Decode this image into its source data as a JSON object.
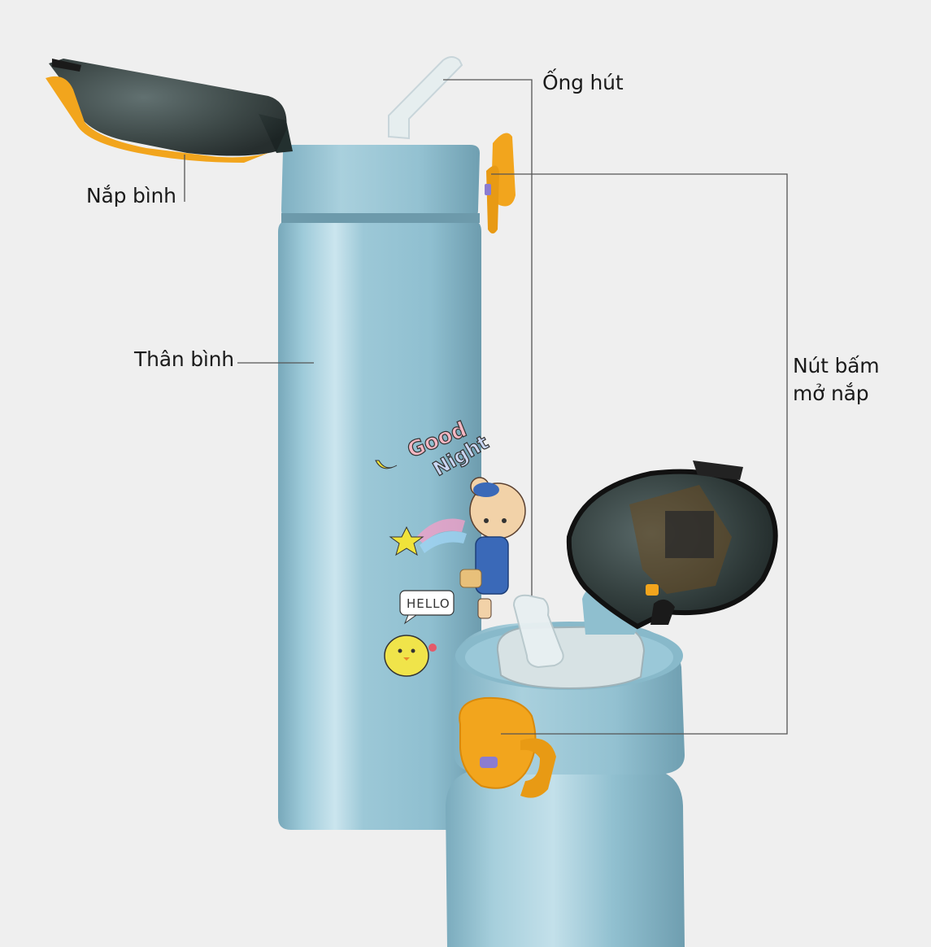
{
  "callouts": {
    "straw": "Ống hút",
    "lid": "Nắp bình",
    "body": "Thân bình",
    "button_line1": "Nút bấm",
    "button_line2": "mở nắp"
  },
  "stickers": {
    "good": "Good",
    "night": "Night",
    "hello": "HELLO"
  },
  "colors": {
    "background": "#efefef",
    "bottle_blue": "#96c3d3",
    "lid_smoke": "#2d3a3c",
    "accent_orange": "#f2a51d",
    "leader_line": "#555555"
  },
  "icons": [
    "lid-icon",
    "straw-icon",
    "button-icon",
    "bear-sticker-icon",
    "chick-sticker-icon",
    "star-sticker-icon"
  ]
}
